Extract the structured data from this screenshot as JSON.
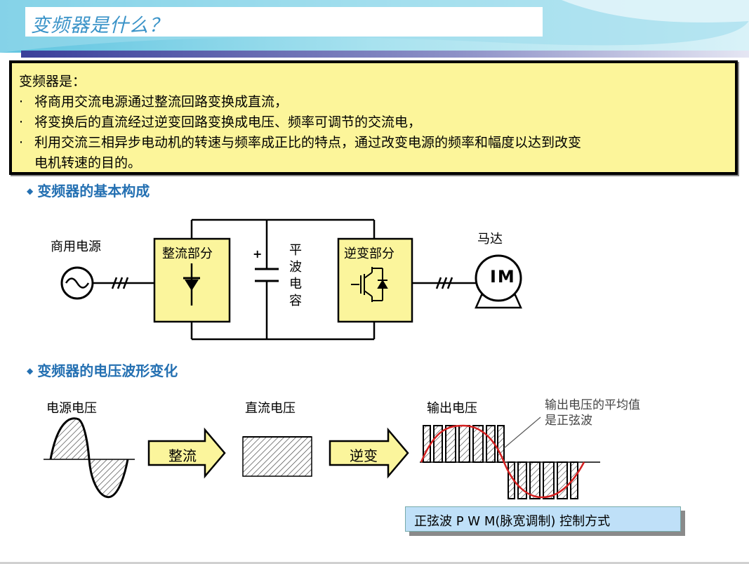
{
  "title": "变频器是什么？",
  "definition": {
    "heading": "变频器是：",
    "bullet_symbol": "·",
    "points": [
      "将商用交流电源通过整流回路变换成直流，",
      "将变换后的直流经过逆变回路变换成电压、频率可调节的交流电，",
      "利用交流三相异步电动机的转速与频率成正比的特点，通过改变电源的频率和幅度以达到改变",
      "电机转速的目的。"
    ]
  },
  "section1": {
    "title": "变频器的基本构成"
  },
  "circuit": {
    "source_label": "商用电源",
    "rectifier_label": "整流部分",
    "capacitor_label": [
      "平",
      "波",
      "电",
      "容"
    ],
    "plus_sign": "+",
    "inverter_label": "逆变部分",
    "motor_label": "马达",
    "motor_text": "IM"
  },
  "section2": {
    "title": "变频器的电压波形变化"
  },
  "waveforms": {
    "source_voltage_label": "电源电压",
    "dc_voltage_label": "直流电压",
    "output_voltage_label": "输出电压",
    "arrow1_label": "整流",
    "arrow2_label": "逆变",
    "note_line1": "输出电压的平均值",
    "note_line2": "是正弦波",
    "pwm_caption": "正弦波 P W M(脉宽调制) 控制方式"
  },
  "colors": {
    "accent_blue": "#2470b2",
    "title_blue": "#3a93c8",
    "yellow_fill": "#fcf59a",
    "block_fill": "#fbf59c",
    "pwm_box_fill": "#bfe0f8",
    "sine_red": "#d42020"
  }
}
